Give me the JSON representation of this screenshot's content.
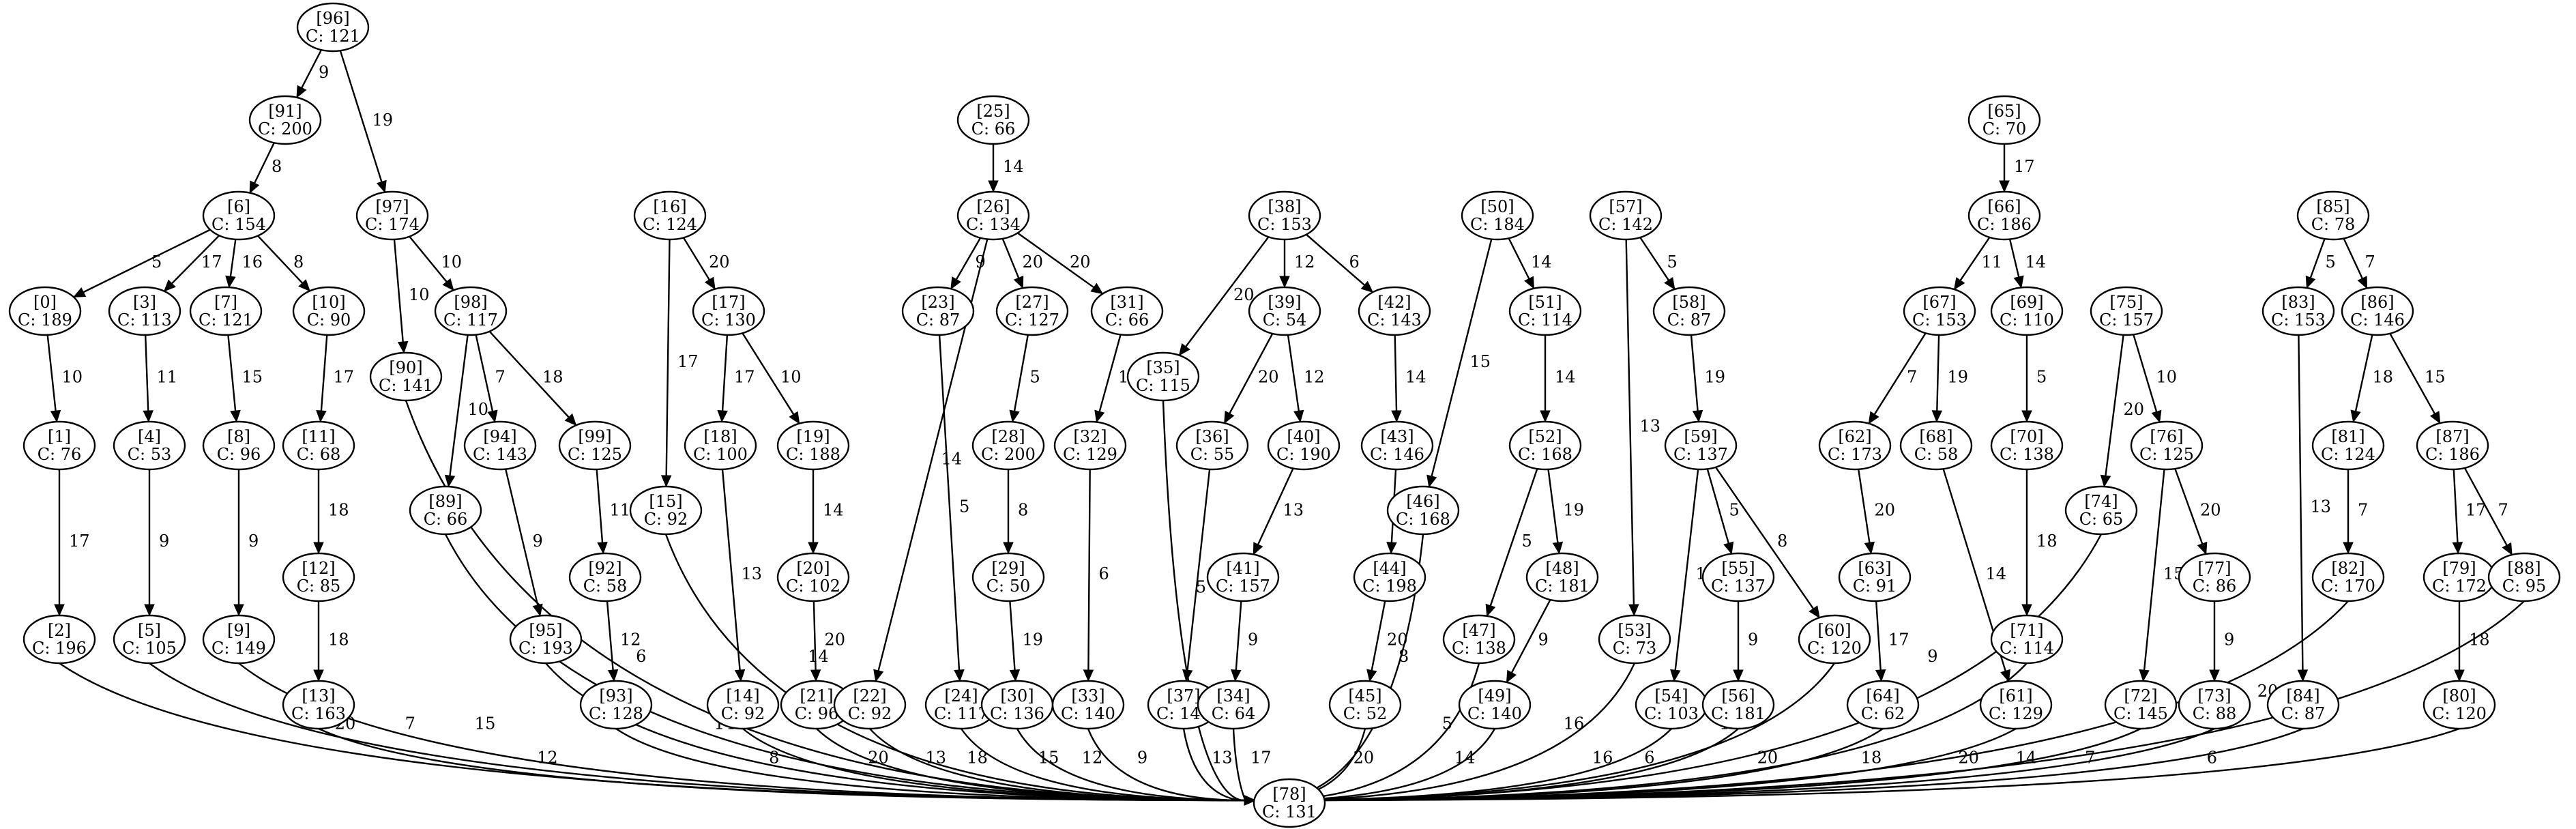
{
  "graph": {
    "nodes": [
      {
        "id": "96",
        "label_id": "[96]",
        "label_c": "C: 121"
      },
      {
        "id": "91",
        "label_id": "[91]",
        "label_c": "C: 200"
      },
      {
        "id": "6",
        "label_id": "[6]",
        "label_c": "C: 154"
      },
      {
        "id": "97",
        "label_id": "[97]",
        "label_c": "C: 174"
      },
      {
        "id": "0",
        "label_id": "[0]",
        "label_c": "C: 189"
      },
      {
        "id": "3",
        "label_id": "[3]",
        "label_c": "C: 113"
      },
      {
        "id": "7",
        "label_id": "[7]",
        "label_c": "C: 121"
      },
      {
        "id": "10",
        "label_id": "[10]",
        "label_c": "C: 90"
      },
      {
        "id": "90",
        "label_id": "[90]",
        "label_c": "C: 141"
      },
      {
        "id": "98",
        "label_id": "[98]",
        "label_c": "C: 117"
      },
      {
        "id": "1",
        "label_id": "[1]",
        "label_c": "C: 76"
      },
      {
        "id": "4",
        "label_id": "[4]",
        "label_c": "C: 53"
      },
      {
        "id": "8",
        "label_id": "[8]",
        "label_c": "C: 96"
      },
      {
        "id": "11",
        "label_id": "[11]",
        "label_c": "C: 68"
      },
      {
        "id": "89",
        "label_id": "[89]",
        "label_c": "C: 66"
      },
      {
        "id": "94",
        "label_id": "[94]",
        "label_c": "C: 143"
      },
      {
        "id": "99",
        "label_id": "[99]",
        "label_c": "C: 125"
      },
      {
        "id": "12",
        "label_id": "[12]",
        "label_c": "C: 85"
      },
      {
        "id": "92",
        "label_id": "[92]",
        "label_c": "C: 58"
      },
      {
        "id": "2",
        "label_id": "[2]",
        "label_c": "C: 196"
      },
      {
        "id": "5",
        "label_id": "[5]",
        "label_c": "C: 105"
      },
      {
        "id": "9",
        "label_id": "[9]",
        "label_c": "C: 149"
      },
      {
        "id": "13",
        "label_id": "[13]",
        "label_c": "C: 163"
      },
      {
        "id": "95",
        "label_id": "[95]",
        "label_c": "C: 193"
      },
      {
        "id": "93",
        "label_id": "[93]",
        "label_c": "C: 128"
      },
      {
        "id": "16",
        "label_id": "[16]",
        "label_c": "C: 124"
      },
      {
        "id": "17",
        "label_id": "[17]",
        "label_c": "C: 130"
      },
      {
        "id": "18",
        "label_id": "[18]",
        "label_c": "C: 100"
      },
      {
        "id": "19",
        "label_id": "[19]",
        "label_c": "C: 188"
      },
      {
        "id": "15",
        "label_id": "[15]",
        "label_c": "C: 92"
      },
      {
        "id": "20",
        "label_id": "[20]",
        "label_c": "C: 102"
      },
      {
        "id": "14",
        "label_id": "[14]",
        "label_c": "C: 92"
      },
      {
        "id": "21",
        "label_id": "[21]",
        "label_c": "C: 96"
      },
      {
        "id": "25",
        "label_id": "[25]",
        "label_c": "C: 66"
      },
      {
        "id": "26",
        "label_id": "[26]",
        "label_c": "C: 134"
      },
      {
        "id": "23",
        "label_id": "[23]",
        "label_c": "C: 87"
      },
      {
        "id": "27",
        "label_id": "[27]",
        "label_c": "C: 127"
      },
      {
        "id": "31",
        "label_id": "[31]",
        "label_c": "C: 66"
      },
      {
        "id": "28",
        "label_id": "[28]",
        "label_c": "C: 200"
      },
      {
        "id": "32",
        "label_id": "[32]",
        "label_c": "C: 129"
      },
      {
        "id": "29",
        "label_id": "[29]",
        "label_c": "C: 50"
      },
      {
        "id": "22",
        "label_id": "[22]",
        "label_c": "C: 92"
      },
      {
        "id": "24",
        "label_id": "[24]",
        "label_c": "C: 117"
      },
      {
        "id": "30",
        "label_id": "[30]",
        "label_c": "C: 136"
      },
      {
        "id": "33",
        "label_id": "[33]",
        "label_c": "C: 140"
      },
      {
        "id": "38",
        "label_id": "[38]",
        "label_c": "C: 153"
      },
      {
        "id": "35",
        "label_id": "[35]",
        "label_c": "C: 115"
      },
      {
        "id": "39",
        "label_id": "[39]",
        "label_c": "C: 54"
      },
      {
        "id": "42",
        "label_id": "[42]",
        "label_c": "C: 143"
      },
      {
        "id": "36",
        "label_id": "[36]",
        "label_c": "C: 55"
      },
      {
        "id": "40",
        "label_id": "[40]",
        "label_c": "C: 190"
      },
      {
        "id": "43",
        "label_id": "[43]",
        "label_c": "C: 146"
      },
      {
        "id": "41",
        "label_id": "[41]",
        "label_c": "C: 157"
      },
      {
        "id": "44",
        "label_id": "[44]",
        "label_c": "C: 198"
      },
      {
        "id": "37",
        "label_id": "[37]",
        "label_c": "C: 141"
      },
      {
        "id": "34",
        "label_id": "[34]",
        "label_c": "C: 64"
      },
      {
        "id": "45",
        "label_id": "[45]",
        "label_c": "C: 52"
      },
      {
        "id": "50",
        "label_id": "[50]",
        "label_c": "C: 184"
      },
      {
        "id": "51",
        "label_id": "[51]",
        "label_c": "C: 114"
      },
      {
        "id": "46",
        "label_id": "[46]",
        "label_c": "C: 168"
      },
      {
        "id": "52",
        "label_id": "[52]",
        "label_c": "C: 168"
      },
      {
        "id": "47",
        "label_id": "[47]",
        "label_c": "C: 138"
      },
      {
        "id": "48",
        "label_id": "[48]",
        "label_c": "C: 181"
      },
      {
        "id": "49",
        "label_id": "[49]",
        "label_c": "C: 140"
      },
      {
        "id": "57",
        "label_id": "[57]",
        "label_c": "C: 142"
      },
      {
        "id": "58",
        "label_id": "[58]",
        "label_c": "C: 87"
      },
      {
        "id": "53",
        "label_id": "[53]",
        "label_c": "C: 73"
      },
      {
        "id": "59",
        "label_id": "[59]",
        "label_c": "C: 137"
      },
      {
        "id": "54",
        "label_id": "[54]",
        "label_c": "C: 103"
      },
      {
        "id": "55",
        "label_id": "[55]",
        "label_c": "C: 137"
      },
      {
        "id": "60",
        "label_id": "[60]",
        "label_c": "C: 120"
      },
      {
        "id": "56",
        "label_id": "[56]",
        "label_c": "C: 181"
      },
      {
        "id": "65",
        "label_id": "[65]",
        "label_c": "C: 70"
      },
      {
        "id": "66",
        "label_id": "[66]",
        "label_c": "C: 186"
      },
      {
        "id": "67",
        "label_id": "[67]",
        "label_c": "C: 153"
      },
      {
        "id": "69",
        "label_id": "[69]",
        "label_c": "C: 110"
      },
      {
        "id": "62",
        "label_id": "[62]",
        "label_c": "C: 173"
      },
      {
        "id": "68",
        "label_id": "[68]",
        "label_c": "C: 58"
      },
      {
        "id": "70",
        "label_id": "[70]",
        "label_c": "C: 138"
      },
      {
        "id": "63",
        "label_id": "[63]",
        "label_c": "C: 91"
      },
      {
        "id": "64",
        "label_id": "[64]",
        "label_c": "C: 62"
      },
      {
        "id": "61",
        "label_id": "[61]",
        "label_c": "C: 129"
      },
      {
        "id": "71",
        "label_id": "[71]",
        "label_c": "C: 114"
      },
      {
        "id": "75",
        "label_id": "[75]",
        "label_c": "C: 157"
      },
      {
        "id": "74",
        "label_id": "[74]",
        "label_c": "C: 65"
      },
      {
        "id": "76",
        "label_id": "[76]",
        "label_c": "C: 125"
      },
      {
        "id": "77",
        "label_id": "[77]",
        "label_c": "C: 86"
      },
      {
        "id": "72",
        "label_id": "[72]",
        "label_c": "C: 145"
      },
      {
        "id": "73",
        "label_id": "[73]",
        "label_c": "C: 88"
      },
      {
        "id": "85",
        "label_id": "[85]",
        "label_c": "C: 78"
      },
      {
        "id": "83",
        "label_id": "[83]",
        "label_c": "C: 153"
      },
      {
        "id": "86",
        "label_id": "[86]",
        "label_c": "C: 146"
      },
      {
        "id": "81",
        "label_id": "[81]",
        "label_c": "C: 124"
      },
      {
        "id": "87",
        "label_id": "[87]",
        "label_c": "C: 186"
      },
      {
        "id": "82",
        "label_id": "[82]",
        "label_c": "C: 170"
      },
      {
        "id": "79",
        "label_id": "[79]",
        "label_c": "C: 172"
      },
      {
        "id": "88",
        "label_id": "[88]",
        "label_c": "C: 95"
      },
      {
        "id": "84",
        "label_id": "[84]",
        "label_c": "C: 87"
      },
      {
        "id": "80",
        "label_id": "[80]",
        "label_c": "C: 120"
      },
      {
        "id": "78",
        "label_id": "[78]",
        "label_c": "C: 131"
      }
    ],
    "edges": [
      {
        "from": "96",
        "to": "91",
        "label": "9"
      },
      {
        "from": "96",
        "to": "97",
        "label": "19"
      },
      {
        "from": "91",
        "to": "6",
        "label": "8"
      },
      {
        "from": "6",
        "to": "0",
        "label": "5"
      },
      {
        "from": "6",
        "to": "3",
        "label": "17"
      },
      {
        "from": "6",
        "to": "7",
        "label": "16"
      },
      {
        "from": "6",
        "to": "10",
        "label": "8"
      },
      {
        "from": "97",
        "to": "90",
        "label": "10"
      },
      {
        "from": "97",
        "to": "98",
        "label": "10"
      },
      {
        "from": "0",
        "to": "1",
        "label": "10"
      },
      {
        "from": "3",
        "to": "4",
        "label": "11"
      },
      {
        "from": "7",
        "to": "8",
        "label": "15"
      },
      {
        "from": "10",
        "to": "11",
        "label": "17"
      },
      {
        "from": "98",
        "to": "89",
        "label": "10"
      },
      {
        "from": "98",
        "to": "94",
        "label": "7"
      },
      {
        "from": "98",
        "to": "99",
        "label": "18"
      },
      {
        "from": "1",
        "to": "2",
        "label": "17"
      },
      {
        "from": "4",
        "to": "5",
        "label": "9"
      },
      {
        "from": "8",
        "to": "9",
        "label": "9"
      },
      {
        "from": "11",
        "to": "12",
        "label": "18"
      },
      {
        "from": "12",
        "to": "13",
        "label": "18"
      },
      {
        "from": "94",
        "to": "95",
        "label": "9"
      },
      {
        "from": "99",
        "to": "92",
        "label": "11"
      },
      {
        "from": "92",
        "to": "93",
        "label": "12"
      },
      {
        "from": "16",
        "to": "17",
        "label": "20"
      },
      {
        "from": "16",
        "to": "15",
        "label": "17"
      },
      {
        "from": "17",
        "to": "18",
        "label": "17"
      },
      {
        "from": "17",
        "to": "19",
        "label": "10"
      },
      {
        "from": "18",
        "to": "14",
        "label": "13"
      },
      {
        "from": "19",
        "to": "20",
        "label": "14"
      },
      {
        "from": "20",
        "to": "21",
        "label": "20"
      },
      {
        "from": "25",
        "to": "26",
        "label": "14"
      },
      {
        "from": "26",
        "to": "22",
        "label": "14"
      },
      {
        "from": "26",
        "to": "23",
        "label": "9"
      },
      {
        "from": "26",
        "to": "27",
        "label": "20"
      },
      {
        "from": "26",
        "to": "31",
        "label": "20"
      },
      {
        "from": "23",
        "to": "24",
        "label": "5"
      },
      {
        "from": "27",
        "to": "28",
        "label": "5"
      },
      {
        "from": "31",
        "to": "32",
        "label": "14"
      },
      {
        "from": "28",
        "to": "29",
        "label": "8"
      },
      {
        "from": "29",
        "to": "30",
        "label": "19"
      },
      {
        "from": "32",
        "to": "33",
        "label": "6"
      },
      {
        "from": "38",
        "to": "35",
        "label": "20"
      },
      {
        "from": "38",
        "to": "39",
        "label": "12"
      },
      {
        "from": "38",
        "to": "42",
        "label": "6"
      },
      {
        "from": "39",
        "to": "36",
        "label": "20"
      },
      {
        "from": "39",
        "to": "40",
        "label": "12"
      },
      {
        "from": "42",
        "to": "43",
        "label": "14"
      },
      {
        "from": "40",
        "to": "41",
        "label": "13"
      },
      {
        "from": "36",
        "to": "37",
        "label": "20"
      },
      {
        "from": "41",
        "to": "34",
        "label": "9"
      },
      {
        "from": "43",
        "to": "44",
        "label": "14"
      },
      {
        "from": "44",
        "to": "45",
        "label": "20"
      },
      {
        "from": "50",
        "to": "51",
        "label": "14"
      },
      {
        "from": "50",
        "to": "46",
        "label": "15"
      },
      {
        "from": "51",
        "to": "52",
        "label": "14"
      },
      {
        "from": "52",
        "to": "47",
        "label": "5"
      },
      {
        "from": "52",
        "to": "48",
        "label": "19"
      },
      {
        "from": "48",
        "to": "49",
        "label": "9"
      },
      {
        "from": "57",
        "to": "58",
        "label": "5"
      },
      {
        "from": "57",
        "to": "53",
        "label": "13"
      },
      {
        "from": "58",
        "to": "59",
        "label": "19"
      },
      {
        "from": "59",
        "to": "54",
        "label": "11"
      },
      {
        "from": "59",
        "to": "55",
        "label": "5"
      },
      {
        "from": "59",
        "to": "60",
        "label": "8"
      },
      {
        "from": "55",
        "to": "56",
        "label": "9"
      },
      {
        "from": "65",
        "to": "66",
        "label": "17"
      },
      {
        "from": "66",
        "to": "67",
        "label": "11"
      },
      {
        "from": "66",
        "to": "69",
        "label": "14"
      },
      {
        "from": "67",
        "to": "62",
        "label": "7"
      },
      {
        "from": "67",
        "to": "68",
        "label": "19"
      },
      {
        "from": "69",
        "to": "70",
        "label": "5"
      },
      {
        "from": "62",
        "to": "63",
        "label": "20"
      },
      {
        "from": "63",
        "to": "64",
        "label": "17"
      },
      {
        "from": "68",
        "to": "61",
        "label": "14"
      },
      {
        "from": "70",
        "to": "71",
        "label": "18"
      },
      {
        "from": "75",
        "to": "74",
        "label": "20"
      },
      {
        "from": "75",
        "to": "76",
        "label": "10"
      },
      {
        "from": "76",
        "to": "72",
        "label": "15"
      },
      {
        "from": "76",
        "to": "77",
        "label": "20"
      },
      {
        "from": "77",
        "to": "73",
        "label": "9"
      },
      {
        "from": "85",
        "to": "83",
        "label": "5"
      },
      {
        "from": "85",
        "to": "86",
        "label": "7"
      },
      {
        "from": "86",
        "to": "81",
        "label": "18"
      },
      {
        "from": "86",
        "to": "87",
        "label": "15"
      },
      {
        "from": "81",
        "to": "82",
        "label": "7"
      },
      {
        "from": "87",
        "to": "79",
        "label": "17"
      },
      {
        "from": "87",
        "to": "88",
        "label": "7"
      },
      {
        "from": "79",
        "to": "80",
        "label": "18"
      },
      {
        "from": "83",
        "to": "84",
        "label": "13"
      },
      {
        "from": "2",
        "to": "78",
        "label": "20"
      },
      {
        "from": "5",
        "to": "78",
        "label": "7"
      },
      {
        "from": "9",
        "to": "78",
        "label": "15"
      },
      {
        "from": "13",
        "to": "78",
        "label": "12"
      },
      {
        "from": "90",
        "to": "78",
        "label": "8"
      },
      {
        "from": "89",
        "to": "78",
        "label": "6"
      },
      {
        "from": "95",
        "to": "78",
        "label": "14"
      },
      {
        "from": "93",
        "to": "78",
        "label": "8"
      },
      {
        "from": "15",
        "to": "78",
        "label": "14"
      },
      {
        "from": "14",
        "to": "78",
        "label": "20"
      },
      {
        "from": "21",
        "to": "78",
        "label": "13"
      },
      {
        "from": "22",
        "to": "78",
        "label": "18"
      },
      {
        "from": "24",
        "to": "78",
        "label": "15"
      },
      {
        "from": "30",
        "to": "78",
        "label": "12"
      },
      {
        "from": "33",
        "to": "78",
        "label": "9"
      },
      {
        "from": "35",
        "to": "78",
        "label": "5"
      },
      {
        "from": "37",
        "to": "78",
        "label": "13"
      },
      {
        "from": "34",
        "to": "78",
        "label": "17"
      },
      {
        "from": "45",
        "to": "78",
        "label": "20"
      },
      {
        "from": "46",
        "to": "78",
        "label": "8"
      },
      {
        "from": "47",
        "to": "78",
        "label": "5"
      },
      {
        "from": "49",
        "to": "78",
        "label": "14"
      },
      {
        "from": "53",
        "to": "78",
        "label": "16"
      },
      {
        "from": "54",
        "to": "78",
        "label": "16"
      },
      {
        "from": "56",
        "to": "78",
        "label": "6"
      },
      {
        "from": "60",
        "to": "78",
        "label": "18"
      },
      {
        "from": "64",
        "to": "78",
        "label": "20"
      },
      {
        "from": "61",
        "to": "78",
        "label": "18"
      },
      {
        "from": "71",
        "to": "78",
        "label": "14"
      },
      {
        "from": "74",
        "to": "78",
        "label": "9"
      },
      {
        "from": "72",
        "to": "78",
        "label": "20"
      },
      {
        "from": "73",
        "to": "78",
        "label": "14"
      },
      {
        "from": "84",
        "to": "78",
        "label": "7"
      },
      {
        "from": "82",
        "to": "78",
        "label": "12"
      },
      {
        "from": "80",
        "to": "78",
        "label": "6"
      },
      {
        "from": "88",
        "to": "78",
        "label": "20"
      }
    ]
  }
}
